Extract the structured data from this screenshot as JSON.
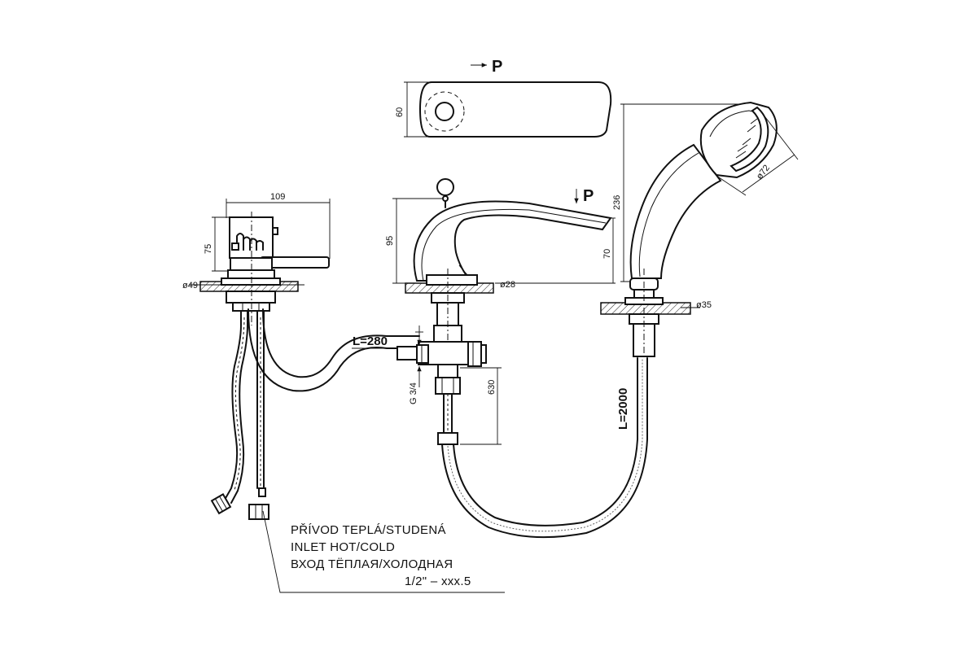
{
  "view_marker": "P",
  "view_marker_side": "P",
  "dims": {
    "top_view_width": "60",
    "mixer_width": "109",
    "mixer_height": "75",
    "mixer_base": "ø49",
    "spout_height": "95",
    "spout_outlet": "70",
    "spout_base": "ø28",
    "hose_length": "L=280",
    "thread": "G 3/4",
    "lower_length": "630",
    "shower_length": "236",
    "shower_head": "ø72",
    "shower_base": "ø35",
    "shower_hose": "L=2000"
  },
  "note": {
    "line1": "PŘÍVOD TEPLÁ/STUDENÁ",
    "line2": "INLET HOT/COLD",
    "line3": "ВХОД ТЁПЛАЯ/ХОЛОДНАЯ",
    "line4": "1/2\" – xxx.5"
  }
}
